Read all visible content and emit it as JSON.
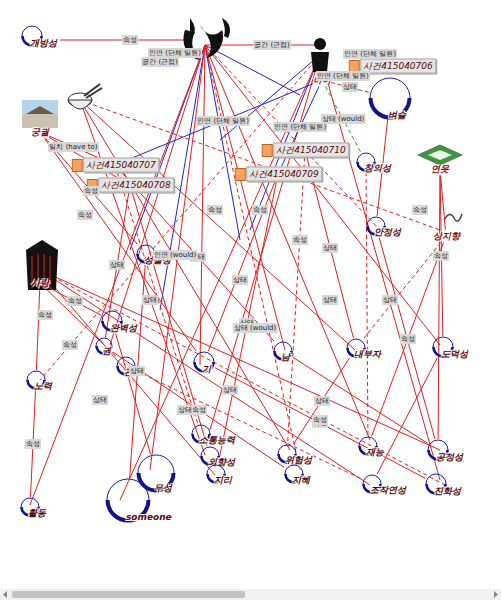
{
  "diagram": {
    "nodes": [
      {
        "text": [
          "개방성"
        ]
      },
      {
        "text": [
          "사건415040706"
        ]
      },
      {
        "text": [
          "아이"
        ]
      },
      {
        "text": [
          "벼슬"
        ]
      },
      {
        "text": [
          "궁궐"
        ]
      },
      {
        "text": [
          "사건415040707"
        ]
      },
      {
        "text": [
          "사건415040710"
        ]
      },
      {
        "text": [
          "사건415040708"
        ]
      },
      {
        "text": [
          "사건415040709"
        ]
      },
      {
        "text": [
          "창의성"
        ]
      },
      {
        "text": [
          "연못"
        ]
      },
      {
        "text": [
          "안정성"
        ]
      },
      {
        "text": [
          "상지향"
        ]
      },
      {
        "text": [
          "사랑"
        ]
      },
      {
        "text": [
          "성실성"
        ]
      },
      {
        "text": [
          "완벽성"
        ]
      },
      {
        "text": [
          "권"
        ]
      },
      {
        "text": [
          "관"
        ]
      },
      {
        "text": [
          "기"
        ]
      },
      {
        "text": [
          "남"
        ]
      },
      {
        "text": [
          "내부자"
        ]
      },
      {
        "text": [
          "도덕성"
        ]
      },
      {
        "text": [
          "노력"
        ]
      },
      {
        "text": [
          "소통능력"
        ]
      },
      {
        "text": [
          "외향성"
        ]
      },
      {
        "text": [
          "위험성"
        ]
      },
      {
        "text": [
          "공정성"
        ]
      },
      {
        "text": [
          "재능"
        ]
      },
      {
        "text": [
          "무성"
        ]
      },
      {
        "text": [
          "지리"
        ]
      },
      {
        "text": [
          "지혜"
        ]
      },
      {
        "text": [
          "조작연성"
        ]
      },
      {
        "text": [
          "진화성"
        ]
      },
      {
        "text": [
          "someone"
        ]
      },
      {
        "text": [
          "활동"
        ]
      }
    ],
    "edges": [
      {
        "from": 2,
        "to": 1,
        "label": "인연 (단체 일원)",
        "arrow": "none"
      },
      {
        "from": 2,
        "to": 3,
        "label": "상태",
        "arrow": "none"
      },
      {
        "from": 2,
        "to": 9,
        "label": "상태 (would)",
        "arrow": "none"
      },
      {
        "from": 2,
        "to": 8,
        "label": "인연 (단체 일원)",
        "arrow": "none"
      },
      {
        "from": 2,
        "to": 5,
        "label": "인연 (단체 일원)",
        "arrow": "none"
      },
      {
        "from": 4,
        "to": 5,
        "label": "일치 (have to)",
        "arrow": "none"
      },
      {
        "from": 4,
        "to": 7,
        "arrow": "none"
      },
      {
        "from": 4,
        "to": 14,
        "label": "속성",
        "arrow": "none"
      },
      {
        "from": 4,
        "to": 18,
        "arrow": "none"
      },
      {
        "from": 13,
        "to": 15,
        "label": "속성",
        "arrow": "none"
      },
      {
        "from": 13,
        "to": 17,
        "arrow": "none"
      },
      {
        "from": 13,
        "to": 22,
        "arrow": "none"
      },
      {
        "from": 5,
        "to": 19,
        "label": "상태",
        "arrow": "none"
      },
      {
        "from": 5,
        "to": 23,
        "arrow": "none"
      },
      {
        "from": 7,
        "to": 16,
        "label": "상태",
        "arrow": "none"
      },
      {
        "from": 7,
        "to": 24,
        "arrow": "none"
      },
      {
        "from": 6,
        "to": 20,
        "label": "상태",
        "arrow": "none"
      },
      {
        "from": 6,
        "to": 25,
        "arrow": "none"
      },
      {
        "from": 8,
        "to": 29,
        "label": "상태",
        "arrow": "none"
      },
      {
        "from": 8,
        "to": 18,
        "arrow": "none"
      },
      {
        "from": 10,
        "to": 12,
        "arrow": "none"
      },
      {
        "from": 10,
        "to": 21,
        "label": "속성",
        "arrow": "none"
      },
      {
        "from": 10,
        "to": 26,
        "arrow": "none"
      },
      {
        "from": 12,
        "to": 20,
        "arrow": "none"
      },
      {
        "from": 12,
        "to": 27,
        "label": "속성",
        "arrow": "none"
      },
      {
        "from": 11,
        "to": 26,
        "arrow": "none"
      },
      {
        "from": 14,
        "to": 33,
        "label": "상태",
        "arrow": "none"
      },
      {
        "from": 15,
        "to": 28,
        "arrow": "none"
      },
      {
        "from": 16,
        "to": 30,
        "label": "속성",
        "arrow": "none"
      },
      {
        "from": 17,
        "to": 31,
        "arrow": "none"
      },
      {
        "from": 18,
        "to": 32,
        "label": "속성",
        "arrow": "none"
      },
      {
        "from": 19,
        "to": 26,
        "arrow": "none"
      },
      {
        "from": 20,
        "to": 25,
        "label": "상태",
        "arrow": "none"
      },
      {
        "from": 21,
        "to": 31,
        "arrow": "none"
      },
      {
        "from": 22,
        "to": 34,
        "label": "속성",
        "arrow": "none"
      },
      {
        "from": 3,
        "to": 11,
        "arrow": "none"
      },
      {
        "from": 9,
        "to": 27,
        "arrow": "none"
      }
    ],
    "labels": [
      "속성",
      "인연 (단체 일원)",
      "공간 (근접)",
      "공간 (근접)",
      "인연 (단체 일원)",
      "인연 (would)",
      "상태 (would)",
      "속성",
      "상태",
      "속성",
      "상태",
      "속성",
      "속성",
      "상태",
      "속성",
      "상태",
      "속성",
      "상태",
      "속성",
      "상태",
      "속성",
      "상태"
    ]
  }
}
